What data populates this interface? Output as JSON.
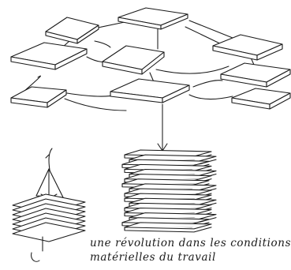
{
  "caption": {
    "line1": "une révolution dans les conditions",
    "line2": "matérielles du travail"
  },
  "colors": {
    "ink": "#1a1a1a",
    "paper": "#ffffff"
  },
  "network": {
    "slab_count": 9,
    "has_arrow_down": true
  },
  "stack": {
    "layer_count": 16
  },
  "small_object": {
    "layer_count": 7
  }
}
